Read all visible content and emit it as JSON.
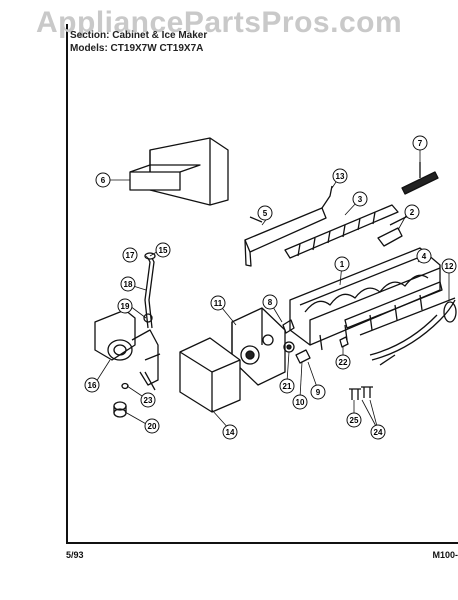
{
  "watermark": "AppliancePartsPros.com",
  "header": {
    "line1": "Section: Cabinet & Ice Maker",
    "line2": "Models: CT19X7W CT19X7A"
  },
  "footer": {
    "date": "5/93",
    "code": "M100-"
  },
  "callouts": [
    "1",
    "2",
    "3",
    "4",
    "5",
    "6",
    "7",
    "8",
    "9",
    "10",
    "11",
    "12",
    "13",
    "14",
    "15",
    "16",
    "17",
    "18",
    "19",
    "20",
    "21",
    "22",
    "23",
    "24",
    "25"
  ]
}
